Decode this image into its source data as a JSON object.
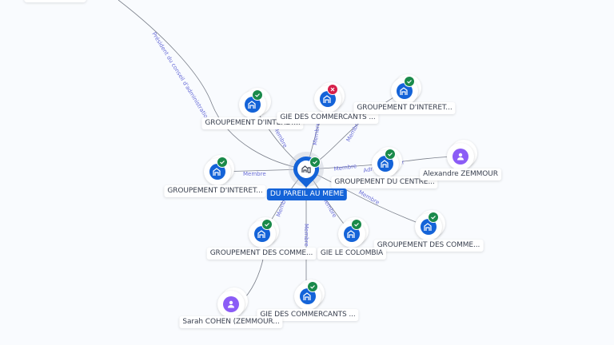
{
  "colors": {
    "background": "#f9fbfe",
    "company": "#1463d8",
    "person": "#8b5cf6",
    "active_badge": "#1a8a4a",
    "inactive_badge": "#d61f4a",
    "edge": "#7a7f8a",
    "edge_label": "#6b6fd8"
  },
  "center": {
    "id": "c",
    "label": "DU PAREIL AU MEME",
    "type": "company",
    "status": "active"
  },
  "nodes": [
    {
      "id": "n1",
      "label": "GROUPEMENT D'INTERET...",
      "type": "company",
      "status": "active"
    },
    {
      "id": "n2",
      "label": "GIE DES COMMERCANTS ...",
      "type": "company",
      "status": "inactive"
    },
    {
      "id": "n3",
      "label": "GROUPEMENT D'INTERET...",
      "type": "company",
      "status": "active"
    },
    {
      "id": "n4",
      "label": "GROUPEMENT D'INTERET...",
      "type": "company",
      "status": "active"
    },
    {
      "id": "n5",
      "label": "GROUPEMENT DU CENTRE...",
      "type": "company",
      "status": "active"
    },
    {
      "id": "n6",
      "label": "Alexandre ZEMMOUR",
      "type": "person"
    },
    {
      "id": "n7",
      "label": "GROUPEMENT DES COMME...",
      "type": "company",
      "status": "active"
    },
    {
      "id": "n8",
      "label": "GROUPEMENT DES COMME...",
      "type": "company",
      "status": "active"
    },
    {
      "id": "n9",
      "label": "GIE LE COLOMBIA",
      "type": "company",
      "status": "active"
    },
    {
      "id": "n10",
      "label": "GIE DES COMMERCANTS ...",
      "type": "company",
      "status": "active"
    },
    {
      "id": "n11",
      "label": "Sarah COHEN (ZEMMOUR...",
      "type": "person"
    }
  ],
  "edges": [
    {
      "id": "e0",
      "from": "c",
      "to": "top",
      "label": "Président du conseil d'administration"
    },
    {
      "id": "e1",
      "from": "c",
      "to": "n1",
      "label": "Membre"
    },
    {
      "id": "e2",
      "from": "c",
      "to": "n2",
      "label": "Membre"
    },
    {
      "id": "e3",
      "from": "c",
      "to": "n3",
      "label": "Membre"
    },
    {
      "id": "e4",
      "from": "c",
      "to": "n4",
      "label": "Membre"
    },
    {
      "id": "e5",
      "from": "c",
      "to": "n5",
      "label": "Membre"
    },
    {
      "id": "e5b",
      "from": "n6",
      "to": "n5",
      "label": "Administrateur"
    },
    {
      "id": "e7",
      "from": "c",
      "to": "n7",
      "label": "Membre"
    },
    {
      "id": "e8",
      "from": "c",
      "to": "n8",
      "label": "Membre"
    },
    {
      "id": "e9",
      "from": "c",
      "to": "n9",
      "label": "Membre"
    },
    {
      "id": "e10",
      "from": "c",
      "to": "n10",
      "label": "Membre"
    },
    {
      "id": "e11",
      "from": "n8",
      "to": "n11",
      "label": ""
    }
  ]
}
